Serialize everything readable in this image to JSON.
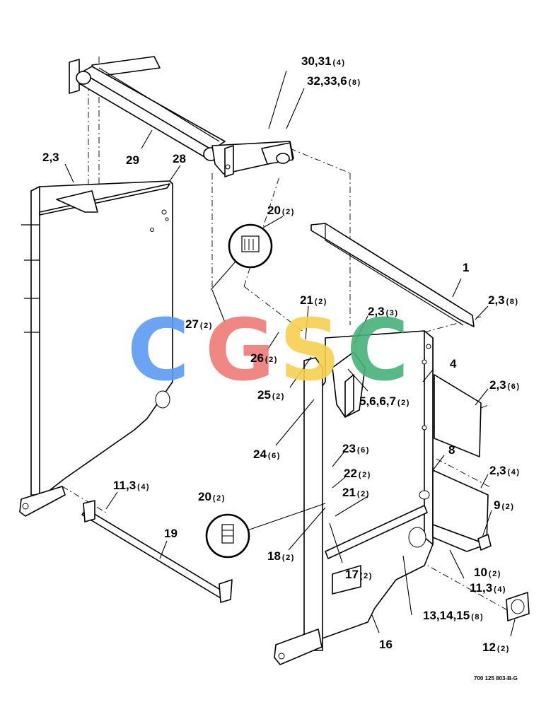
{
  "callouts": [
    {
      "id": "c30",
      "label": "30,31",
      "qty": "(4)"
    },
    {
      "id": "c32",
      "label": "32,33,6",
      "qty": "(8)"
    },
    {
      "id": "c29",
      "label": "29",
      "qty": ""
    },
    {
      "id": "c28",
      "label": "28",
      "qty": ""
    },
    {
      "id": "c23a",
      "label": "2,3",
      "qty": ""
    },
    {
      "id": "c20a",
      "label": "20",
      "qty": "(2)"
    },
    {
      "id": "c1",
      "label": "1",
      "qty": ""
    },
    {
      "id": "c23b",
      "label": "2,3",
      "qty": "(8)"
    },
    {
      "id": "c21a",
      "label": "21",
      "qty": "(2)"
    },
    {
      "id": "c27",
      "label": "27",
      "qty": "(2)"
    },
    {
      "id": "c23c",
      "label": "2,3",
      "qty": "(3)"
    },
    {
      "id": "c26",
      "label": "26",
      "qty": "(2)"
    },
    {
      "id": "c4",
      "label": "4",
      "qty": ""
    },
    {
      "id": "c25",
      "label": "25",
      "qty": "(2)"
    },
    {
      "id": "c5",
      "label": "5,6,6,7",
      "qty": "(2)"
    },
    {
      "id": "c23d",
      "label": "2,3",
      "qty": "(6)"
    },
    {
      "id": "c24",
      "label": "24",
      "qty": "(6)"
    },
    {
      "id": "c23",
      "label": "23",
      "qty": "(6)"
    },
    {
      "id": "c8",
      "label": "8",
      "qty": ""
    },
    {
      "id": "c22",
      "label": "22",
      "qty": "(2)"
    },
    {
      "id": "c23e",
      "label": "2,3",
      "qty": "(4)"
    },
    {
      "id": "c113a",
      "label": "11,3",
      "qty": "(4)"
    },
    {
      "id": "c21b",
      "label": "21",
      "qty": "(2)"
    },
    {
      "id": "c20b",
      "label": "20",
      "qty": "(2)"
    },
    {
      "id": "c9",
      "label": "9",
      "qty": "(2)"
    },
    {
      "id": "c19",
      "label": "19",
      "qty": ""
    },
    {
      "id": "c18",
      "label": "18",
      "qty": "(2)"
    },
    {
      "id": "c10",
      "label": "10",
      "qty": "(2)"
    },
    {
      "id": "c17",
      "label": "17",
      "qty": "(2)"
    },
    {
      "id": "c113b",
      "label": "11,3",
      "qty": "(4)"
    },
    {
      "id": "c13",
      "label": "13,14,15",
      "qty": "(8)"
    },
    {
      "id": "c16",
      "label": "16",
      "qty": ""
    },
    {
      "id": "c12",
      "label": "12",
      "qty": "(2)"
    }
  ],
  "drawing_ref": "700 125 803-B-G",
  "watermark": {
    "letters": [
      "C",
      "G",
      "S",
      "C"
    ],
    "colors": [
      "#5b9bf5",
      "#ef7b76",
      "#f7cf4f",
      "#46b27a"
    ]
  }
}
